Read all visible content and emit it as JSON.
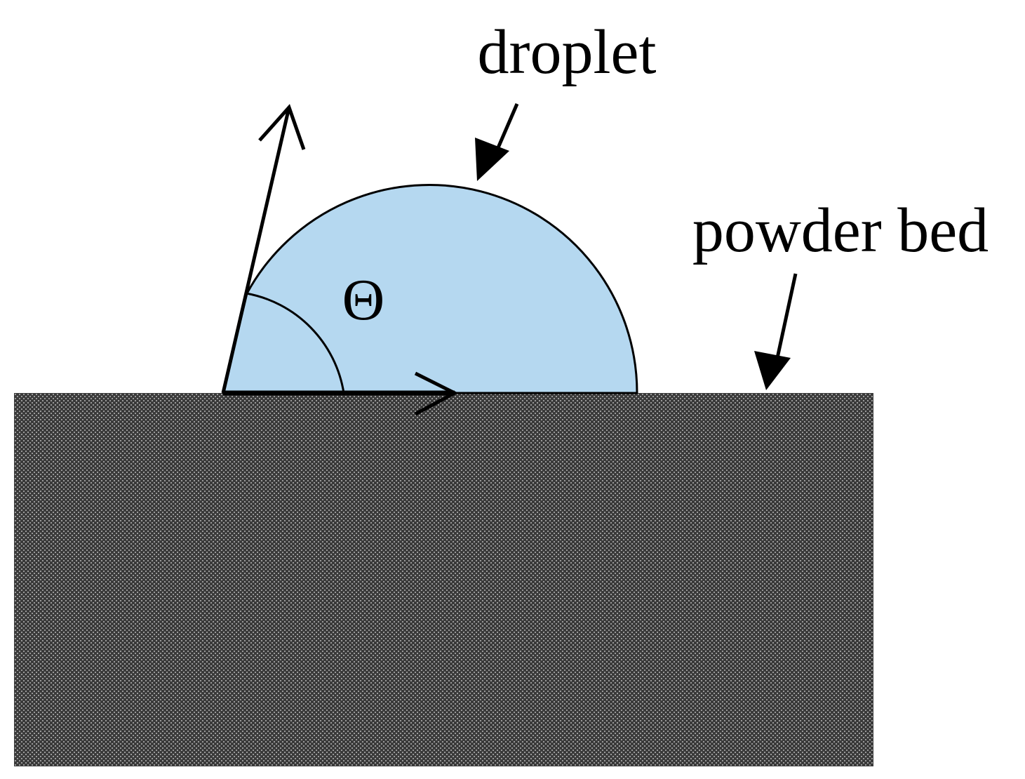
{
  "labels": {
    "droplet": "droplet",
    "powder_bed": "powder bed",
    "angle_symbol": "Θ"
  },
  "colors": {
    "droplet_fill": "#b5d8f0",
    "bed_dark": "#3a3a3a",
    "bed_light": "#9a9a9a",
    "stroke": "#000000",
    "background": "#ffffff"
  }
}
